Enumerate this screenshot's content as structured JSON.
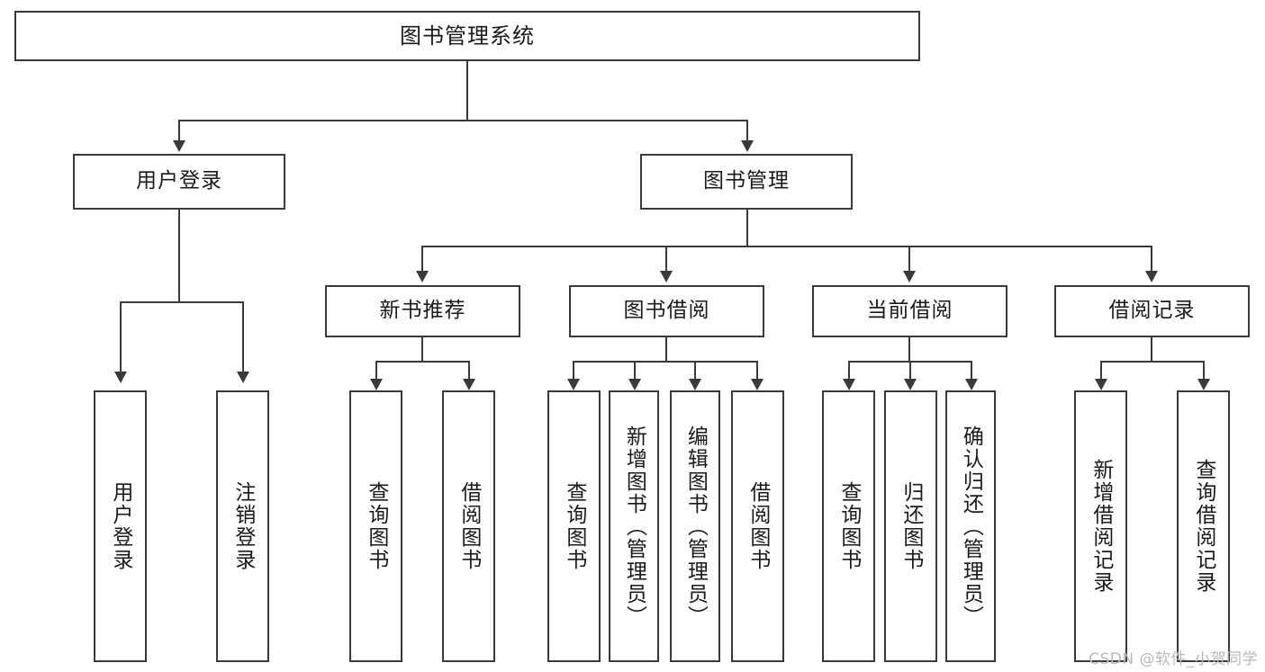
{
  "diagram": {
    "title": "图书管理系统",
    "type": "tree-hierarchy-diagram",
    "root": {
      "label": "图书管理系统"
    },
    "level1": [
      {
        "label": "用户登录"
      },
      {
        "label": "图书管理"
      }
    ],
    "level2": [
      {
        "label": "新书推荐"
      },
      {
        "label": "图书借阅"
      },
      {
        "label": "当前借阅"
      },
      {
        "label": "借阅记录"
      }
    ],
    "leaves": {
      "user_login": [
        {
          "label": "用户登录"
        },
        {
          "label": "注销登录"
        }
      ],
      "new_book_recommend": [
        {
          "label": "查询图书"
        },
        {
          "label": "借阅图书"
        }
      ],
      "book_borrow": [
        {
          "label": "查询图书"
        },
        {
          "label": "新增图书（管理员）"
        },
        {
          "label": "编辑图书（管理员）"
        },
        {
          "label": "借阅图书"
        }
      ],
      "current_borrow": [
        {
          "label": "查询图书"
        },
        {
          "label": "归还图书"
        },
        {
          "label": "确认归还（管理员）"
        }
      ],
      "borrow_record": [
        {
          "label": "新增借阅记录"
        },
        {
          "label": "查询借阅记录"
        }
      ]
    }
  },
  "watermark": {
    "text": "CSDN @软件_小贺同学"
  },
  "colors": {
    "stroke": "#3a3a3a",
    "text": "#1a1a1a",
    "background": "#ffffff",
    "watermark": "#b9b9b9"
  }
}
